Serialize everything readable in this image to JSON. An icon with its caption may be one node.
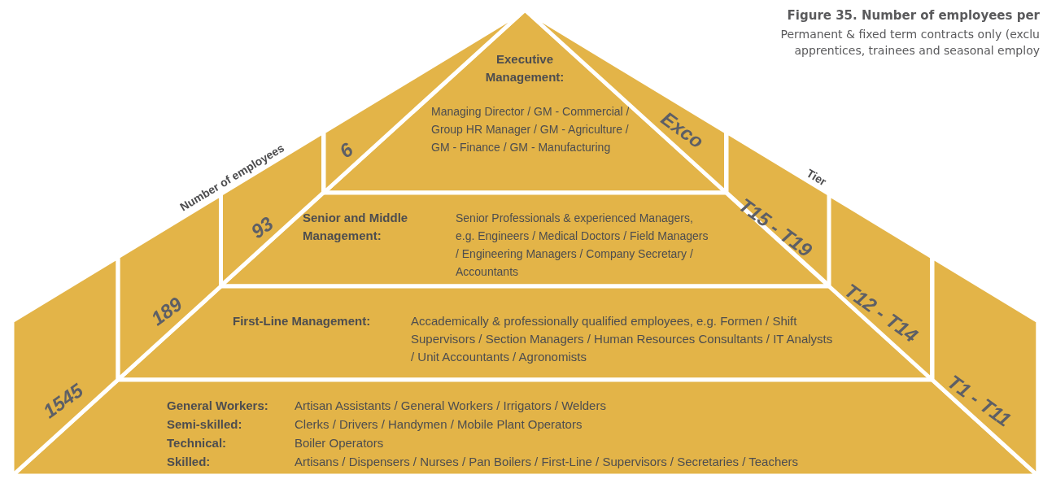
{
  "diagram": {
    "title": "Figure 35. Number of employees per",
    "caption": "Permanent & fixed term contracts only (exclu apprentices, trainees and seasonal employ",
    "nodes": [
      {
        "text": [
          "Executive Management:",
          "Managing Director / GM - Commercial / Group HR Manager / GM - Agriculture / GM - Finance / GM - Manufacturing"
        ]
      },
      {
        "text": [
          "Senior and Middle Management:",
          "Senior Professionals & experienced Managers, e.g. Engineers / Medical Doctors / Field Managers / Engineering Managers / Company Secretary / Accountants"
        ]
      },
      {
        "text": [
          "First-Line Management:",
          "Accademically & professionally qualified employees, e.g. Formen / Shift Supervisors / Section Managers / Human Resources Consultants / IT Analysts / Unit Accountants / Agronomists"
        ]
      },
      {
        "text": [
          "General Workers:",
          "Artisan Assistants / General Workers / Irrigators / Welders",
          "Semi-skilled:",
          "Clerks / Drivers / Handymen / Mobile Plant Operators",
          "Technical:",
          "Boiler Operators",
          "Skilled:",
          "Artisans / Dispensers / Nurses / Pan Boilers / First-Line / Supervisors / Secretaries / Teachers"
        ]
      },
      {
        "text": [
          "6"
        ]
      },
      {
        "text": [
          "93"
        ]
      },
      {
        "text": [
          "189"
        ]
      },
      {
        "text": [
          "1545"
        ]
      },
      {
        "text": [
          "Exco"
        ]
      },
      {
        "text": [
          "T15 - T19"
        ]
      },
      {
        "text": [
          "T12 - T14"
        ]
      },
      {
        "text": [
          "T1 - T11"
        ]
      }
    ],
    "labels": [
      "Number of employees",
      "Tier"
    ]
  }
}
